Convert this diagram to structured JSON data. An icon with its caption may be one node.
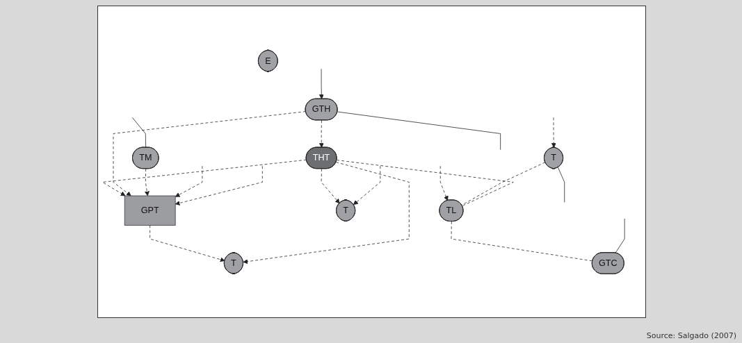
{
  "diagram": {
    "caption": "Source: Salgado (2007)",
    "nodes": [
      {
        "text": [
          "GPT"
        ]
      },
      {
        "text": [
          "T"
        ]
      },
      {
        "text": [
          "THT"
        ]
      },
      {
        "text": [
          "E"
        ]
      },
      {
        "text": [
          "T"
        ]
      },
      {
        "text": [
          "TL"
        ]
      },
      {
        "text": [
          "T"
        ]
      },
      {
        "text": [
          "GTC"
        ]
      },
      {
        "text": [
          "GTH"
        ]
      },
      {
        "text": [
          "TM"
        ]
      }
    ],
    "edges": [
      {
        "from": 2,
        "to": 1,
        "arrow": "to",
        "style": "dashed"
      },
      {
        "from": 2,
        "to": 0,
        "arrow": "to",
        "style": "dashed"
      },
      {
        "from": 0,
        "to": 4,
        "arrow": "to",
        "style": "dashed"
      },
      {
        "from": 2,
        "to": 4,
        "arrow": "to",
        "style": "dashed"
      },
      {
        "from": 8,
        "to": 2,
        "arrow": "to",
        "style": "dashed"
      },
      {
        "from": 8,
        "to": 0,
        "arrow": "to",
        "style": "dashed"
      },
      {
        "from": 9,
        "to": 0,
        "arrow": "to",
        "style": "dashed"
      },
      {
        "from": null,
        "to": 0,
        "arrow": "to",
        "style": "dashed"
      },
      {
        "from": null,
        "to": 0,
        "arrow": "to",
        "style": "dashed"
      },
      {
        "from": null,
        "to": 1,
        "arrow": "to",
        "style": "dashed"
      },
      {
        "from": null,
        "to": 5,
        "arrow": "to",
        "style": "dashed"
      },
      {
        "from": null,
        "to": 6,
        "arrow": "to",
        "style": "dashed"
      },
      {
        "from": null,
        "to": 8,
        "arrow": "to"
      },
      {
        "from": 5,
        "to": 7,
        "arrow": "none",
        "style": "dashed"
      },
      {
        "from": 6,
        "to": 5,
        "arrow": "none",
        "style": "dashed"
      },
      {
        "from": 2,
        "to": 5,
        "arrow": "none",
        "style": "dashed"
      },
      {
        "from": 8,
        "to": null,
        "arrow": "none"
      },
      {
        "from": null,
        "to": 9,
        "arrow": "none"
      },
      {
        "from": null,
        "to": 7,
        "arrow": "none"
      },
      {
        "from": 6,
        "to": null,
        "arrow": "none"
      }
    ]
  }
}
